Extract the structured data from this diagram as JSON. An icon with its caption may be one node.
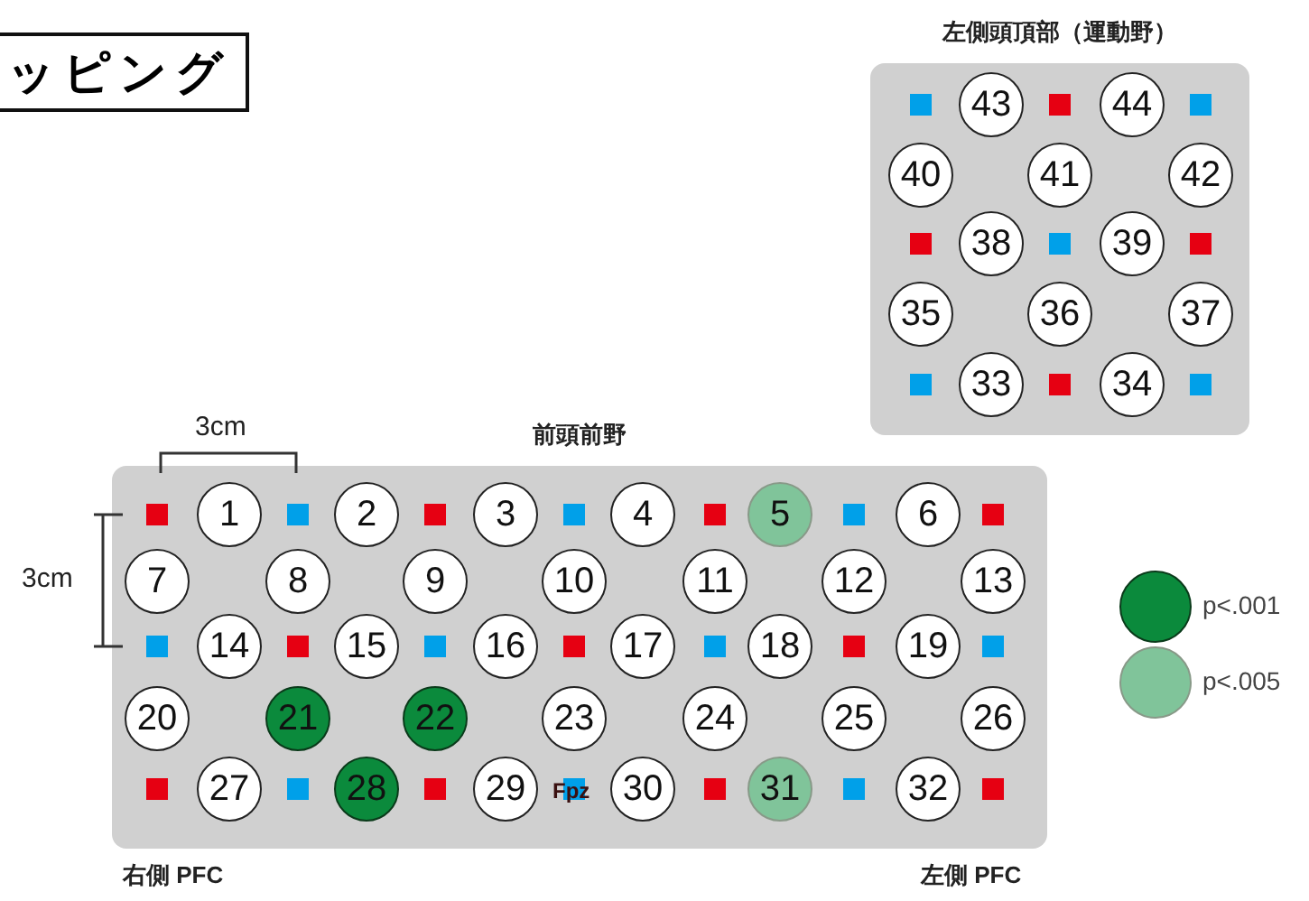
{
  "diagram": {
    "title": "ッピング",
    "nodes": [
      {
        "text": [
          "左側頭頂部（運動野）"
        ]
      },
      {
        "text": [
          "43"
        ],
        "in": 0
      },
      {
        "text": [
          "44"
        ],
        "in": 0
      },
      {
        "text": [
          "40"
        ],
        "in": 0
      },
      {
        "text": [
          "41"
        ],
        "in": 0
      },
      {
        "text": [
          "42"
        ],
        "in": 0
      },
      {
        "text": [
          "38"
        ],
        "in": 0
      },
      {
        "text": [
          "39"
        ],
        "in": 0
      },
      {
        "text": [
          "35"
        ],
        "in": 0
      },
      {
        "text": [
          "36"
        ],
        "in": 0
      },
      {
        "text": [
          "37"
        ],
        "in": 0
      },
      {
        "text": [
          "33"
        ],
        "in": 0
      },
      {
        "text": [
          "34"
        ],
        "in": 0
      },
      {
        "text": [
          "前頭前野"
        ]
      },
      {
        "text": [
          "1"
        ],
        "in": 13
      },
      {
        "text": [
          "2"
        ],
        "in": 13
      },
      {
        "text": [
          "3"
        ],
        "in": 13
      },
      {
        "text": [
          "4"
        ],
        "in": 13
      },
      {
        "text": [
          "5"
        ],
        "in": 13
      },
      {
        "text": [
          "6"
        ],
        "in": 13
      },
      {
        "text": [
          "7"
        ],
        "in": 13
      },
      {
        "text": [
          "8"
        ],
        "in": 13
      },
      {
        "text": [
          "9"
        ],
        "in": 13
      },
      {
        "text": [
          "10"
        ],
        "in": 13
      },
      {
        "text": [
          "11"
        ],
        "in": 13
      },
      {
        "text": [
          "12"
        ],
        "in": 13
      },
      {
        "text": [
          "13"
        ],
        "in": 13
      },
      {
        "text": [
          "14"
        ],
        "in": 13
      },
      {
        "text": [
          "15"
        ],
        "in": 13
      },
      {
        "text": [
          "16"
        ],
        "in": 13
      },
      {
        "text": [
          "17"
        ],
        "in": 13
      },
      {
        "text": [
          "18"
        ],
        "in": 13
      },
      {
        "text": [
          "19"
        ],
        "in": 13
      },
      {
        "text": [
          "20"
        ],
        "in": 13
      },
      {
        "text": [
          "21"
        ],
        "in": 13
      },
      {
        "text": [
          "22"
        ],
        "in": 13
      },
      {
        "text": [
          "23"
        ],
        "in": 13
      },
      {
        "text": [
          "24"
        ],
        "in": 13
      },
      {
        "text": [
          "25"
        ],
        "in": 13
      },
      {
        "text": [
          "26"
        ],
        "in": 13
      },
      {
        "text": [
          "27"
        ],
        "in": 13
      },
      {
        "text": [
          "28"
        ],
        "in": 13
      },
      {
        "text": [
          "29"
        ],
        "in": 13
      },
      {
        "text": [
          "30"
        ],
        "in": 13
      },
      {
        "text": [
          "31"
        ],
        "in": 13
      },
      {
        "text": [
          "32"
        ],
        "in": 13
      }
    ],
    "labels": [
      "3cm",
      "3cm",
      "Fpz",
      "右側 PFC",
      "左側 PFC"
    ],
    "legend": [
      {
        "text": "p<.001",
        "color": "#0b8a3c"
      },
      {
        "text": "p<.005",
        "color": "#80c49a"
      }
    ]
  }
}
